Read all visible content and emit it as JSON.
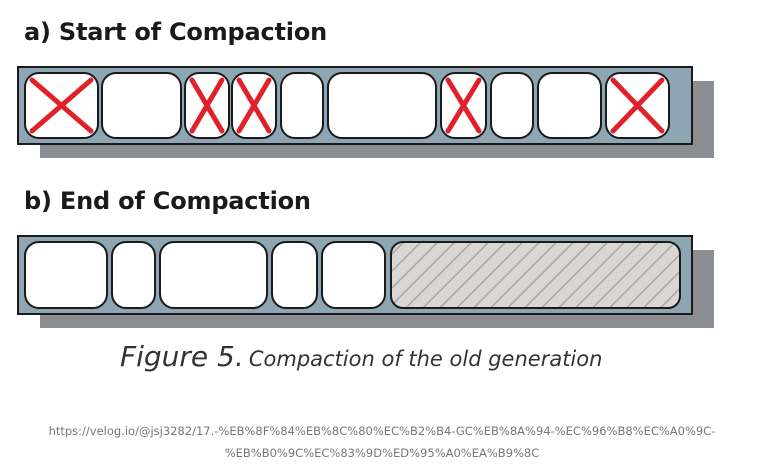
{
  "heading_a": "a) Start of Compaction",
  "heading_b": "b) End of Compaction",
  "caption": {
    "figure_label": "Figure 5.",
    "text": "Compaction of the old generation"
  },
  "source_url": {
    "line1": "https://velog.io/@jsj3282/17.-%EB%8F%84%EB%8C%80%EC%B2%B4-GC%EB%8A%94-%EC%96%B8%EC%A0%9C-",
    "line2": "%EB%B0%9C%EC%83%9D%ED%95%A0%EA%B9%8C"
  },
  "colors": {
    "bar_fill": "#8ea6b4",
    "bar_shadow": "#8a8e92",
    "cell_fill": "#ffffff",
    "cross": "#e2202a",
    "free_hatch_bg": "#d9d6d3",
    "free_hatch_line": "#a9a6a3",
    "outline": "#1a1a1a"
  },
  "start_cells": [
    {
      "kind": "garbage-object"
    },
    {
      "kind": "live-object"
    },
    {
      "kind": "garbage-object"
    },
    {
      "kind": "garbage-object"
    },
    {
      "kind": "live-object"
    },
    {
      "kind": "live-object"
    },
    {
      "kind": "garbage-object"
    },
    {
      "kind": "live-object"
    },
    {
      "kind": "live-object"
    },
    {
      "kind": "garbage-object"
    }
  ],
  "end_cells": [
    {
      "kind": "live-object"
    },
    {
      "kind": "live-object"
    },
    {
      "kind": "live-object"
    },
    {
      "kind": "live-object"
    },
    {
      "kind": "live-object"
    },
    {
      "kind": "free-space"
    }
  ]
}
